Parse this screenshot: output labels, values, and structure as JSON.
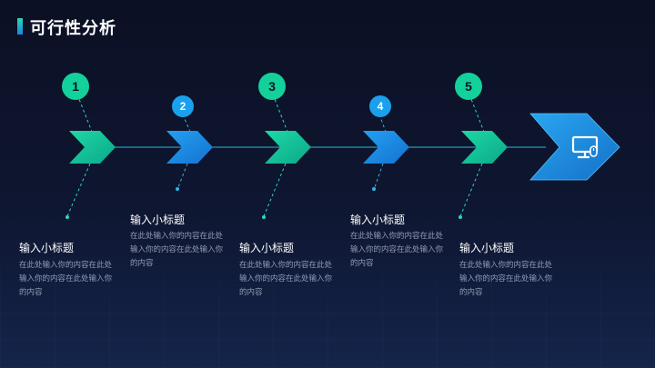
{
  "page": {
    "title": "可行性分析"
  },
  "steps": [
    {
      "number": "1",
      "subtitle": "输入小标题",
      "text": "在此处输入你的内容在此处输入你的内容在此处输入你的内容"
    },
    {
      "number": "2",
      "subtitle": "输入小标题",
      "text": "在此处输入你的内容在此处输入你的内容在此处输入你的内容"
    },
    {
      "number": "3",
      "subtitle": "输入小标题",
      "text": "在此处输入你的内容在此处输入你的内容在此处输入你的内容"
    },
    {
      "number": "4",
      "subtitle": "输入小标题",
      "text": "在此处输入你的内容在此处输入你的内容在此处输入你的内容"
    },
    {
      "number": "5",
      "subtitle": "输入小标题",
      "text": "在此处输入你的内容在此处输入你的内容在此处输入你的内容"
    }
  ],
  "end_icon": "computer-icon",
  "colors": {
    "green": "#10c99a",
    "blue": "#1a8ce8",
    "end_blue": "#1e8fe0",
    "line": "#2bb8d8"
  }
}
